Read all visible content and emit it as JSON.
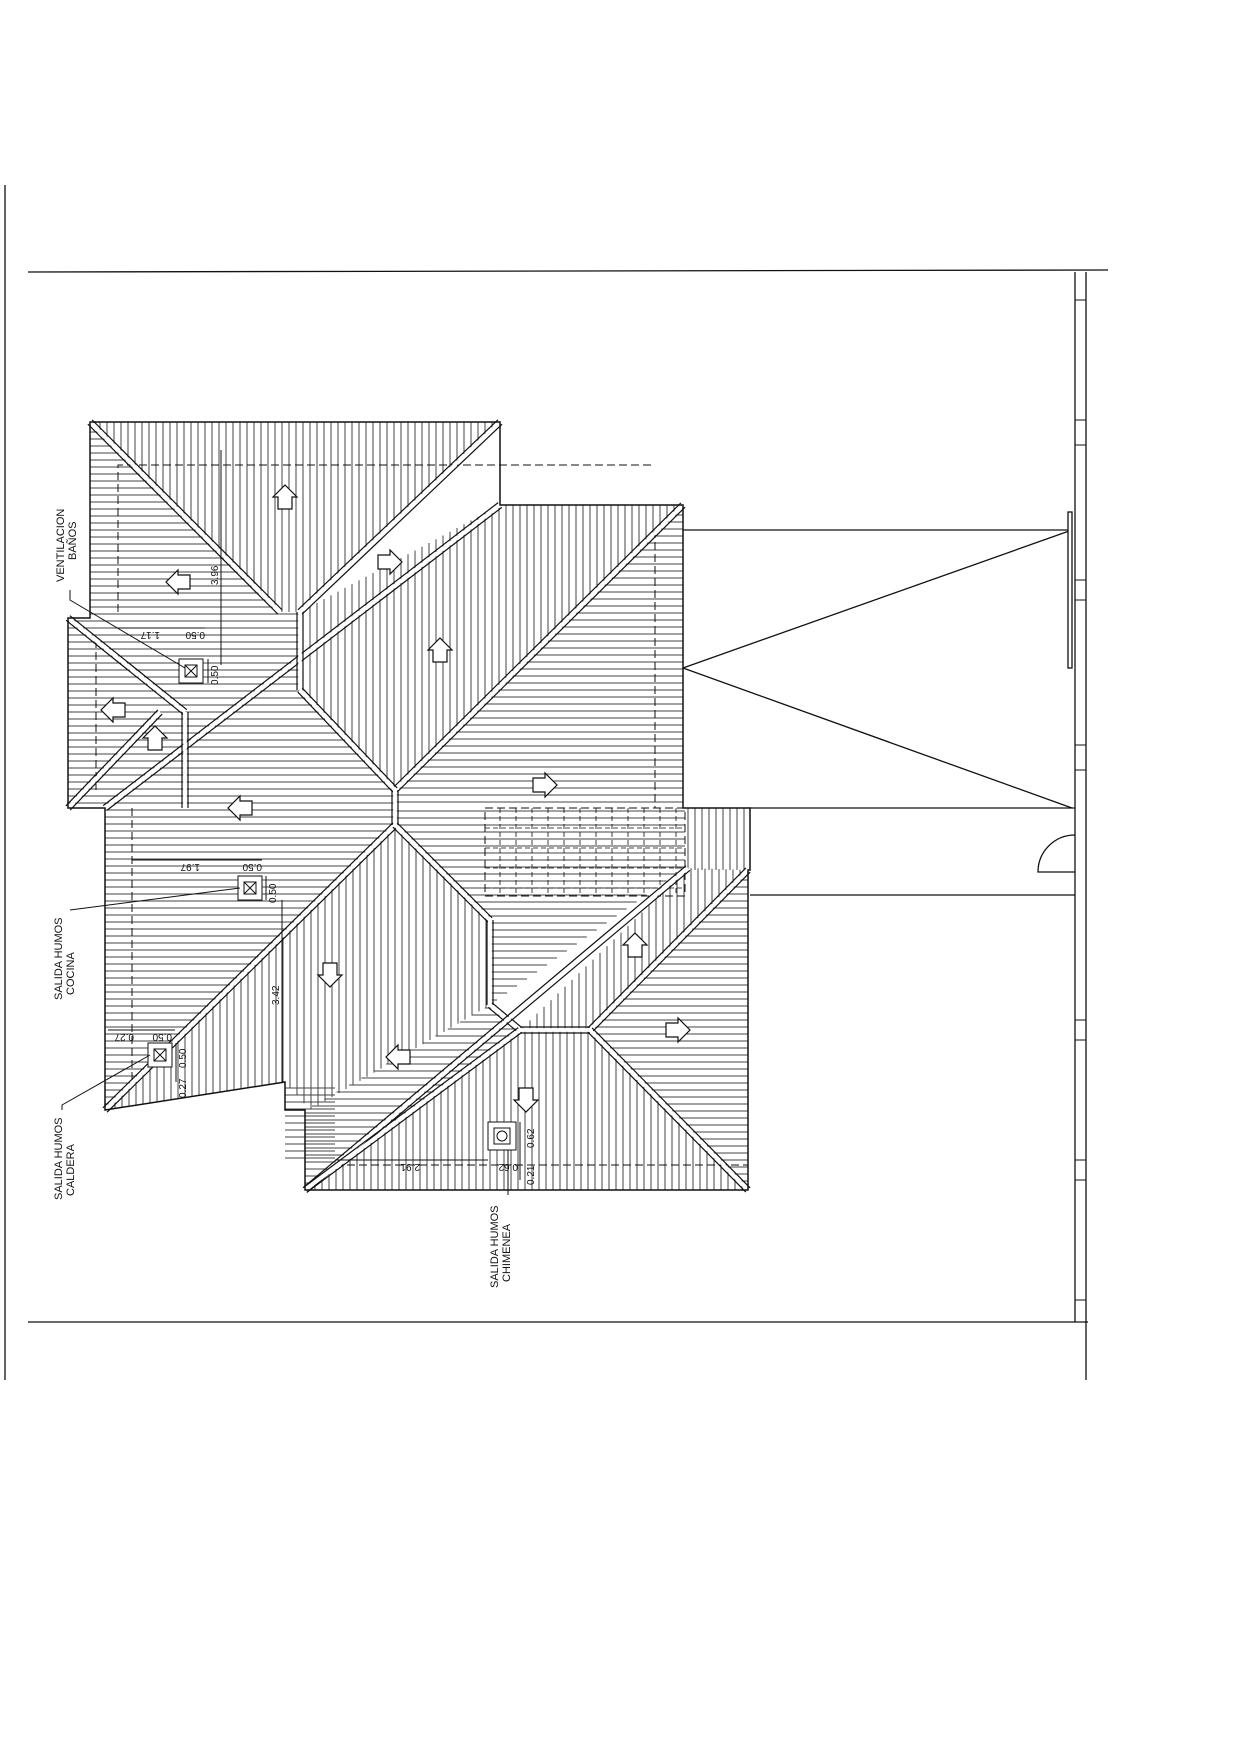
{
  "labels": {
    "ventilacion_1": "VENTILACION",
    "ventilacion_2": "BAÑOS",
    "cocina_1": "SALIDA  HUMOS",
    "cocina_2": "COCINA",
    "caldera_1": "SALIDA  HUMOS",
    "caldera_2": "CALDERA",
    "chimenea_1": "SALIDA  HUMOS",
    "chimenea_2": "CHIMENEA"
  },
  "dimensions": {
    "d396": "3.96",
    "d117": "1.17",
    "d050a": "0.50",
    "d050b": "0.50",
    "d197": "1.97",
    "d050c": "0.50",
    "d050d": "0.50",
    "d342": "3.42",
    "d027a": "0.27",
    "d050e": "0.50",
    "d050f": "0.50",
    "d027b": "0.27",
    "d062a": "0.62",
    "d291": "2.91",
    "d062b": "0.62",
    "d021": "0.21"
  },
  "colors": {
    "line": "#111111",
    "hatch": "#444444",
    "paper": "#ffffff"
  }
}
